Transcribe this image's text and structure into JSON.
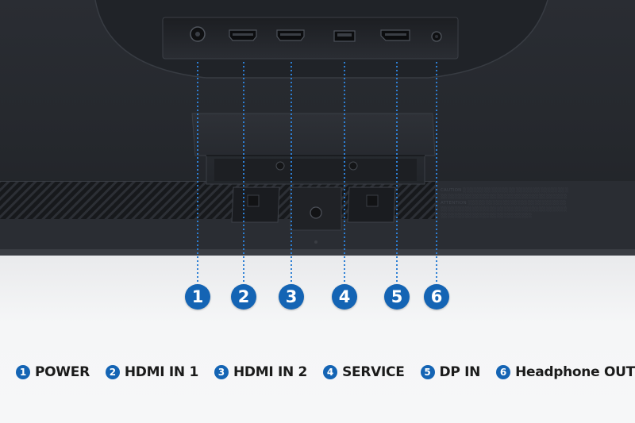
{
  "ports": [
    {
      "number": "1",
      "label": "POWER",
      "icon": "power-jack-port-icon"
    },
    {
      "number": "2",
      "label": "HDMI IN 1",
      "icon": "hdmi-port-icon"
    },
    {
      "number": "3",
      "label": "HDMI IN 2",
      "icon": "hdmi-port-icon"
    },
    {
      "number": "4",
      "label": "SERVICE",
      "icon": "usb-port-icon"
    },
    {
      "number": "5",
      "label": "DP IN",
      "icon": "displayport-port-icon"
    },
    {
      "number": "6",
      "label": "Headphone OUT",
      "icon": "headphone-jack-port-icon"
    }
  ],
  "colors": {
    "accent": "#1464b4",
    "panel_dark": "#25282d",
    "background_light": "#f3f4f5"
  }
}
